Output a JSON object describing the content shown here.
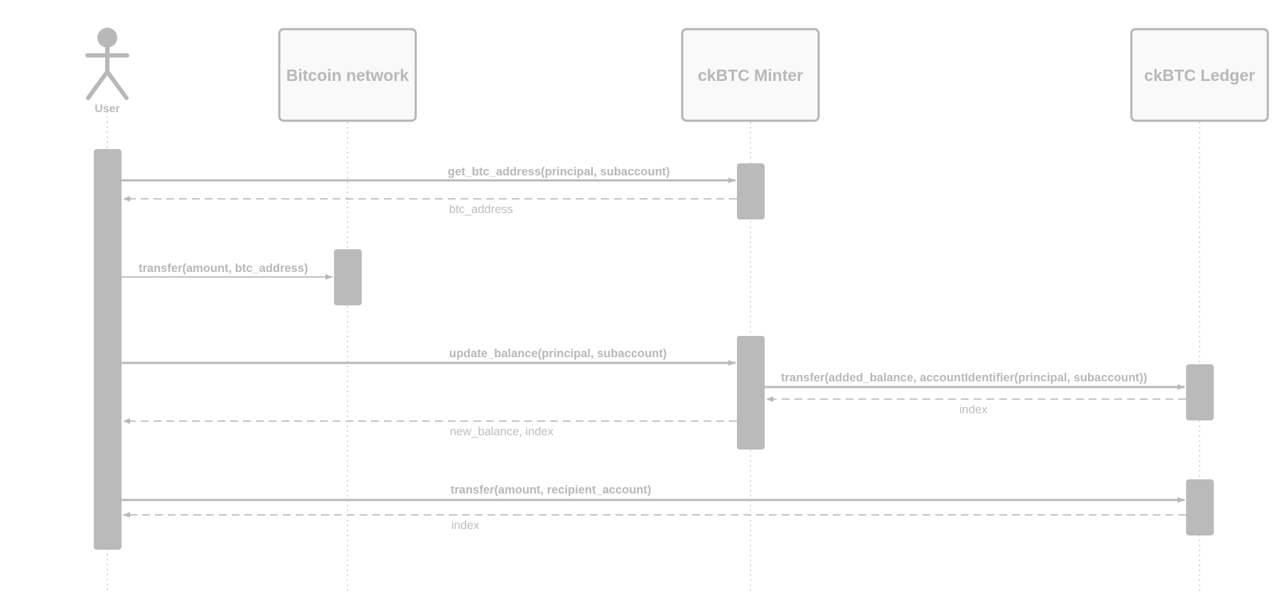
{
  "participants": {
    "user": "User",
    "bitcoin": "Bitcoin network",
    "minter": "ckBTC Minter",
    "ledger": "ckBTC Ledger"
  },
  "messages": {
    "m1": "get_btc_address(principal, subaccount)",
    "r1": "btc_address",
    "m2": "transfer(amount, btc_address)",
    "m3": "update_balance(principal, subaccount)",
    "m4": "transfer(added_balance, accountIdentifier(principal, subaccount))",
    "r4": "index",
    "r3": "new_balance, index",
    "m5": "transfer(amount, recipient_account)",
    "r5": "index"
  },
  "colors": {
    "ink": "#b8b8b8",
    "box_fill": "#f9f9f9"
  }
}
